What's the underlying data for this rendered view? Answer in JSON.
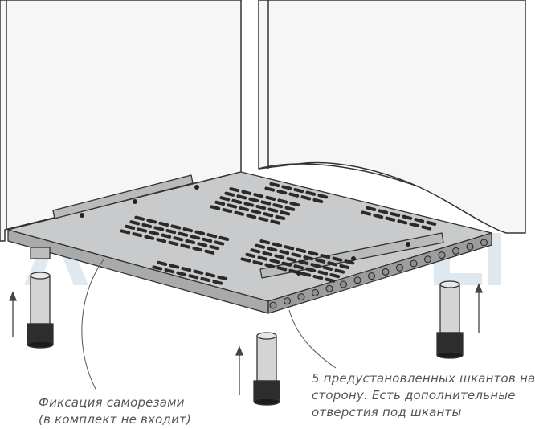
{
  "captions": {
    "left": {
      "line1": "Фиксация саморезами",
      "line2": "(в комплект не входит)"
    },
    "right": {
      "line1": "5 предустановленных шкантов на",
      "line2": "сторону. Есть дополнительные",
      "line3": "отверстия под шканты"
    }
  },
  "colors": {
    "panel": "#f6f6f6",
    "shelf": "#c9cacb",
    "shelf_edge": "#a9aaab",
    "slot": "#2a2a2a",
    "outline": "#333333",
    "watermark": "#dde6ee",
    "caption": "#555555"
  }
}
